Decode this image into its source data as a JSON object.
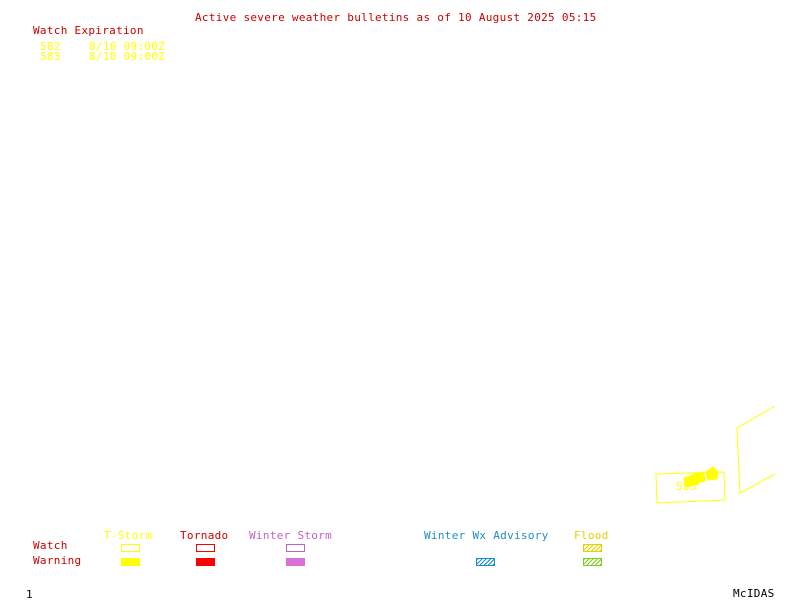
{
  "title": "Active severe weather bulletins as of 10 August 2025 05:15",
  "watch_expiration": {
    "heading": "Watch Expiration",
    "entries": [
      {
        "id": "582",
        "expires": "8/10 09:00Z"
      },
      {
        "id": "583",
        "expires": "8/10 09:00Z"
      }
    ]
  },
  "map": {
    "watch_box_label": "583"
  },
  "legend": {
    "row_labels": {
      "watch": "Watch",
      "warning": "Warning"
    },
    "categories": {
      "tstorm": "T-Storm",
      "tornado": "Tornado",
      "winter_storm": "Winter Storm",
      "winter_wx_advisory": "Winter Wx Advisory",
      "flood": "Flood"
    }
  },
  "footer": {
    "frame_number": "1",
    "brand": "McIDAS"
  },
  "colors": {
    "title": "#cc0000",
    "tstorm": "#ffff00",
    "tornado": "#ff0000",
    "winter_storm": "#c55fd0",
    "winter_wx_advisory": "#1a8fcf",
    "flood": "#7ccd1e"
  }
}
